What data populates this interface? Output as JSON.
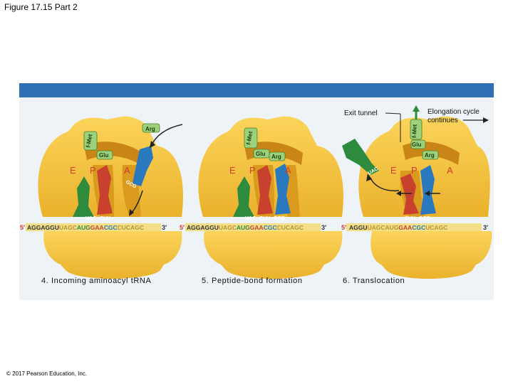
{
  "slide": {
    "title": "Figure 17.15 Part 2",
    "copyright": "© 2017 Pearson Education, Inc."
  },
  "labels": {
    "exit_tunnel": "Exit tunnel",
    "elongation_line1": "Elongation cycle",
    "elongation_line2": "continues"
  },
  "sites": {
    "e": "E",
    "p": "P",
    "a": "A"
  },
  "amino_acids": {
    "fmet": "f-Met",
    "glu": "Glu",
    "arg": "Arg"
  },
  "anticodons": {
    "uac": "UAC",
    "cuu": "CUU",
    "gcg": "GCG"
  },
  "mrna": {
    "five_prime": "5′",
    "three_prime": "3′",
    "full_prefix": "AGGAGGU",
    "short_prefix": "AGGU",
    "middle": "UAGC",
    "aug": "AUG",
    "gaa": "GAA",
    "cgc": "CGC",
    "tail_long": "CUCAGC",
    "tail_short": "UCAGC"
  },
  "captions": {
    "step4": "4. Incoming aminoacyl tRNA",
    "step5": "5. Peptide-bond formation",
    "step6": "6. Translocation"
  },
  "colors": {
    "header_bar": "#2f6fb5",
    "ribosome": "#f5c441",
    "ribosome_dark": "#d99a1e",
    "trna_green": "#2e8b3e",
    "trna_red": "#c8412f",
    "trna_blue": "#2a79bf",
    "aa_tag": "#9bd17a",
    "mrna_strip": "#f3de8a"
  }
}
